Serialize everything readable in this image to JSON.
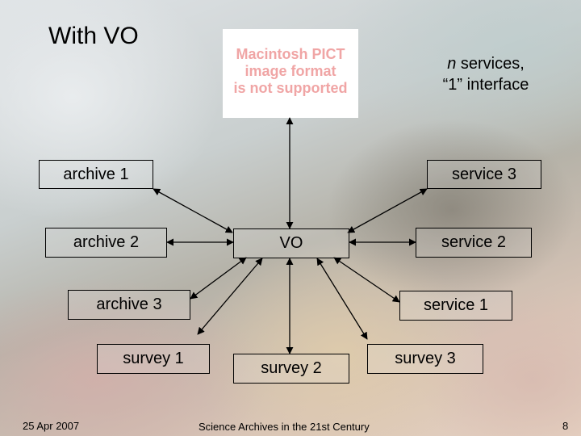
{
  "title": "With VO",
  "note": {
    "italic": "n",
    "line1_rest": " services,",
    "line2": "“1” interface"
  },
  "pict_placeholder": "Macintosh PICT\nimage format\nis not supported",
  "nodes": {
    "archive1": "archive 1",
    "archive2": "archive 2",
    "archive3": "archive 3",
    "survey1": "survey 1",
    "vo": "VO",
    "survey2": "survey 2",
    "survey3": "survey 3",
    "service1": "service 1",
    "service2": "service 2",
    "service3": "service 3"
  },
  "footer": {
    "date": "25 Apr 2007",
    "center": "Science Archives in the 21st Century",
    "page": "8"
  }
}
